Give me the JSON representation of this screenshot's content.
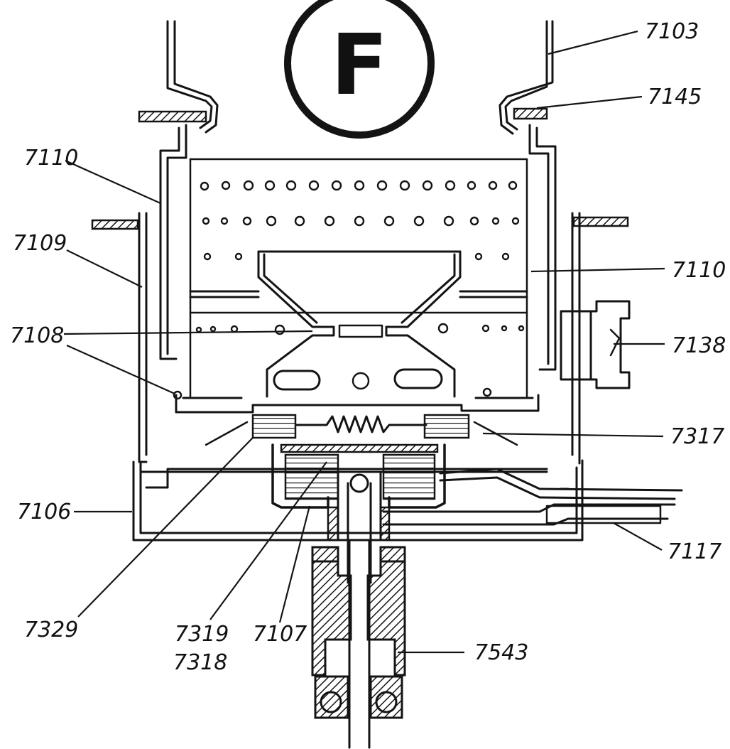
{
  "diagram": {
    "badge": "F",
    "labels": {
      "l7103": "7103",
      "l7145": "7145",
      "l7110_left": "7110",
      "l7109": "7109",
      "l7110_right": "7110",
      "l7108": "7108",
      "l7138": "7138",
      "l7317": "7317",
      "l7106": "7106",
      "l7117": "7117",
      "l7329": "7329",
      "l7319": "7319",
      "l7318": "7318",
      "l7107": "7107",
      "l7543": "7543"
    }
  }
}
